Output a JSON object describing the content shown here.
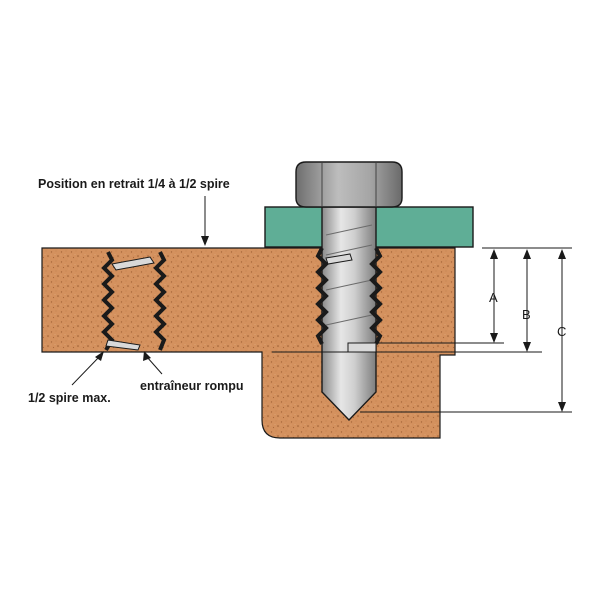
{
  "labels": {
    "position": "Position en retrait 1/4 à 1/2 spire",
    "half_turn": "1/2 spire max.",
    "broken_tang": "entraîneur rompu"
  },
  "dimensions": {
    "a": "A",
    "b": "B",
    "c": "C"
  },
  "colors": {
    "material": "#d4915e",
    "material_speckle": "#a8683a",
    "washer": "#5fae96",
    "bolt_light": "#d8d8d8",
    "bolt_dark": "#7d7d7d",
    "outline": "#1a1a1a"
  }
}
